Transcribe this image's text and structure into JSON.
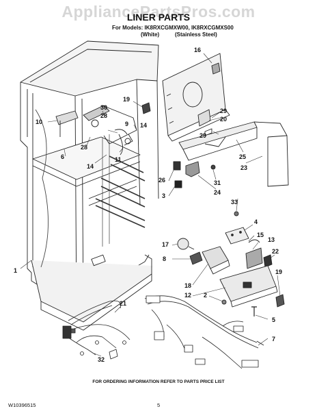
{
  "watermark": "AppliancePartsPros.com",
  "header": {
    "title": "LINER PARTS",
    "models_line": "For Models: IK8RXCGMXW00, IK8RXCGMXS00",
    "finish_white": "(White)",
    "finish_stainless": "(Stainless Steel)"
  },
  "callouts": [
    "16",
    "19",
    "30",
    "28",
    "9",
    "14",
    "10",
    "6",
    "28",
    "14",
    "11",
    "29",
    "20",
    "29",
    "25",
    "23",
    "26",
    "31",
    "24",
    "3",
    "33",
    "4",
    "15",
    "13",
    "17",
    "8",
    "22",
    "18",
    "12",
    "19",
    "2",
    "5",
    "1",
    "21",
    "7",
    "32"
  ],
  "footer": {
    "ordering_note": "FOR ORDERING INFORMATION REFER TO PARTS PRICE LIST",
    "doc_number": "W10396515",
    "page_number": "5"
  }
}
